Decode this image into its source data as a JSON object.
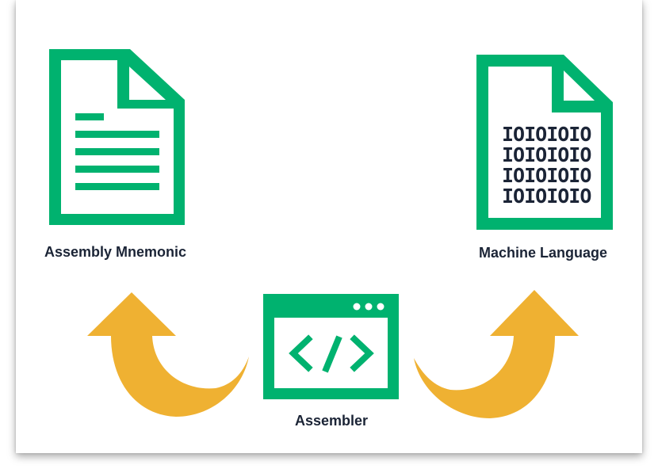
{
  "diagram": {
    "source_label": "Assembly Mnemonic",
    "target_label": "Machine Language",
    "tool_label": "Assembler",
    "binary_lines": [
      "IOIOIOIO",
      "IOIOIOIO",
      "IOIOIOIO",
      "IOIOIOIO"
    ]
  },
  "icons": {
    "source": "text-document-icon",
    "target": "binary-document-icon",
    "tool": "code-window-icon",
    "arrows": "curved-arrow-icon"
  },
  "colors": {
    "green": "#00b26f",
    "arrow": "#efb132",
    "text": "#1b2436"
  }
}
